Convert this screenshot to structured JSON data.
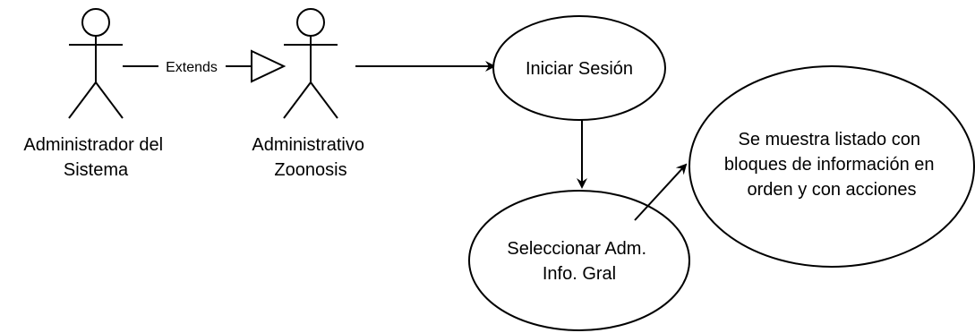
{
  "actors": [
    {
      "id": "admin-sistema",
      "label_lines": [
        "Administrador del",
        "Sistema"
      ]
    },
    {
      "id": "admin-zoonosis",
      "label_lines": [
        "Administrativo",
        "Zoonosis"
      ]
    }
  ],
  "use_cases": [
    {
      "id": "iniciar-sesion",
      "label_lines": [
        "Iniciar Sesión"
      ]
    },
    {
      "id": "seleccionar-adm",
      "label_lines": [
        "Seleccionar Adm.",
        "Info. Gral"
      ]
    },
    {
      "id": "listado",
      "label_lines": [
        "Se muestra listado con",
        "bloques de información en",
        "orden y con acciones"
      ]
    }
  ],
  "relations": [
    {
      "from": "admin-sistema",
      "to": "admin-zoonosis",
      "type": "generalization",
      "label": "Extends"
    },
    {
      "from": "admin-zoonosis",
      "to": "iniciar-sesion",
      "type": "association"
    },
    {
      "from": "iniciar-sesion",
      "to": "seleccionar-adm",
      "type": "association"
    },
    {
      "from": "seleccionar-adm",
      "to": "listado",
      "type": "association"
    }
  ]
}
